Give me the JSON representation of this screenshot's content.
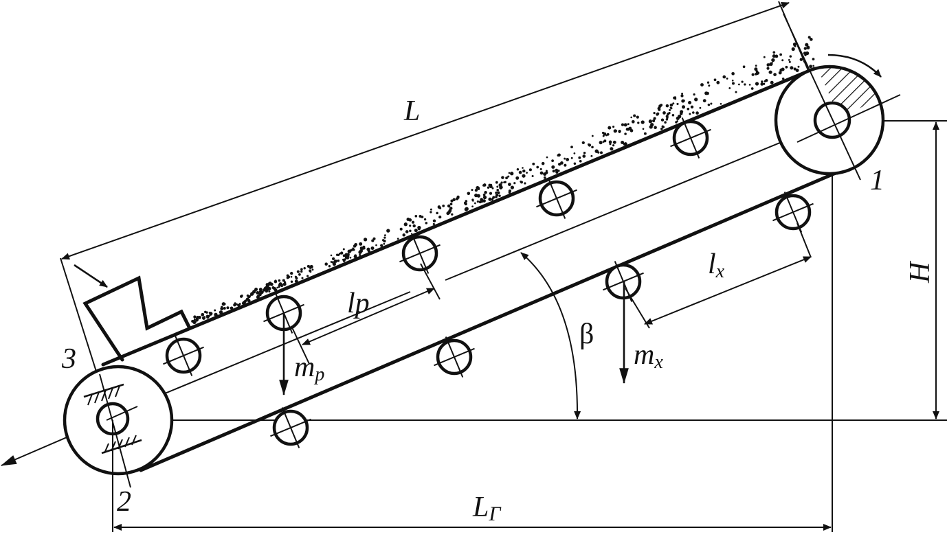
{
  "labels": {
    "L": "L",
    "lp": "lp",
    "lx": "l",
    "lx_sub": "x",
    "H": "H",
    "beta": "β",
    "mp": "m",
    "mp_sub": "p",
    "mx": "m",
    "mx_sub": "x",
    "LG": "L",
    "LG_sub": "Г",
    "n1": "1",
    "n2": "2",
    "n3": "3"
  },
  "colors": {
    "ink": "#111111",
    "background": "#ffffff"
  }
}
